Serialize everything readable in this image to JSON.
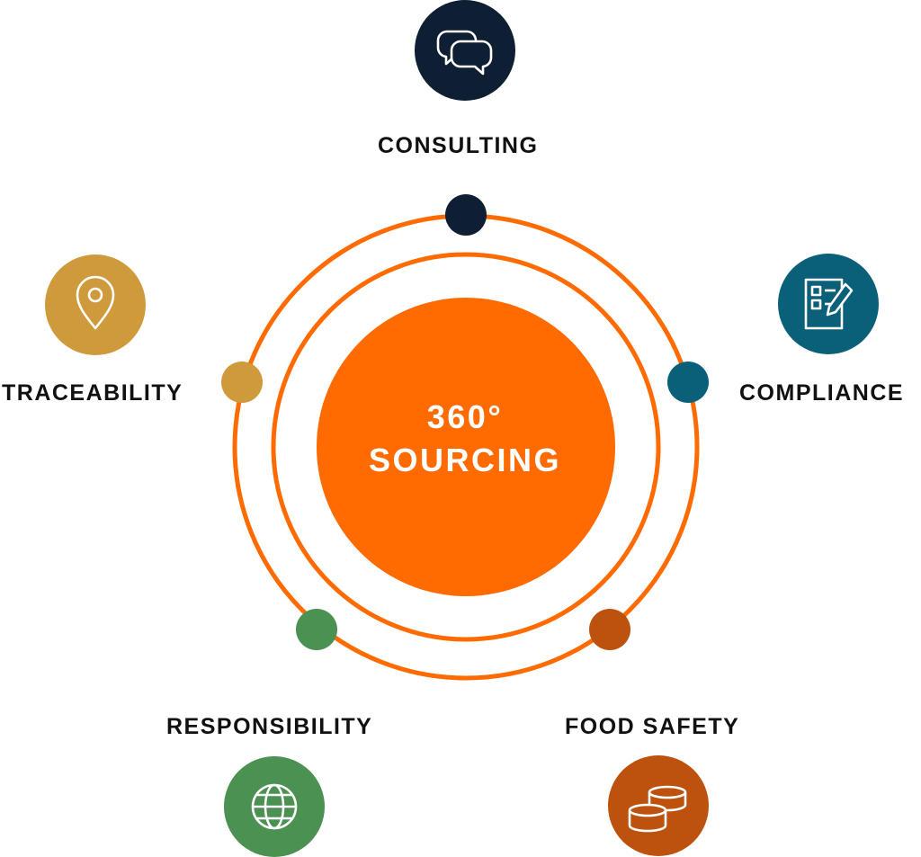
{
  "center": {
    "line1": "360°",
    "line2": "SOURCING"
  },
  "colors": {
    "orange": "#FF6B00",
    "navy": "#0E1E33",
    "teal": "#0A6079",
    "gold": "#CF9A3B",
    "green": "#4A9152",
    "rust": "#BD520F",
    "white": "#FFFFFF"
  },
  "nodes": [
    {
      "id": "consulting",
      "label": "CONSULTING",
      "color": "#0E1E33",
      "icon": "chat-bubbles-icon"
    },
    {
      "id": "compliance",
      "label": "COMPLIANCE",
      "color": "#0A6079",
      "icon": "checklist-pencil-icon"
    },
    {
      "id": "food-safety",
      "label": "FOOD SAFETY",
      "color": "#BD520F",
      "icon": "cans-icon"
    },
    {
      "id": "responsibility",
      "label": "RESPONSIBILITY",
      "color": "#4A9152",
      "icon": "globe-icon"
    },
    {
      "id": "traceability",
      "label": "TRACEABILITY",
      "color": "#CF9A3B",
      "icon": "location-pin-icon"
    }
  ]
}
